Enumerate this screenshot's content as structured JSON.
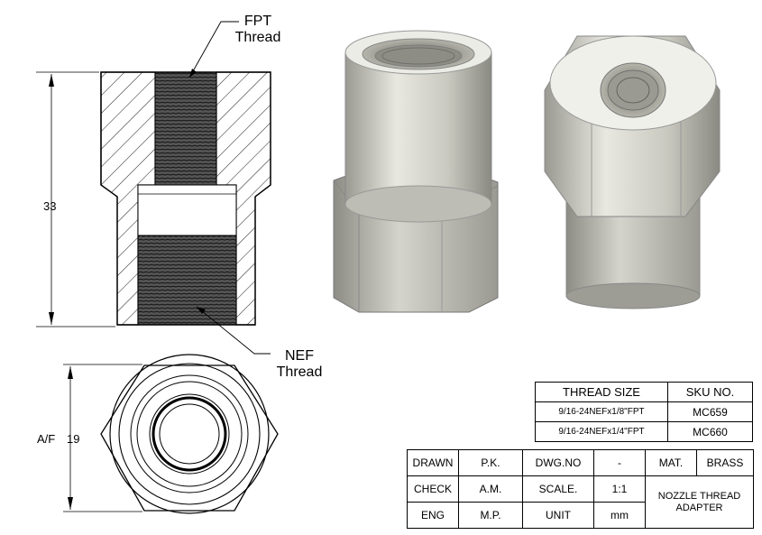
{
  "labels": {
    "fpt_line1": "FPT",
    "fpt_line2": "Thread",
    "nef_line1": "NEF",
    "nef_line2": "Thread",
    "dim_height": "33",
    "dim_af_prefix": "A/F",
    "dim_af_value": "19"
  },
  "sku_table": {
    "header_thread": "THREAD SIZE",
    "header_sku": "SKU NO.",
    "rows": [
      {
        "thread": "9/16-24NEFx1/8\"FPT",
        "sku": "MC659"
      },
      {
        "thread": "9/16-24NEFx1/4\"FPT",
        "sku": "MC660"
      }
    ]
  },
  "title_block": {
    "drawn_label": "DRAWN",
    "drawn_value": "P.K.",
    "dwgno_label": "DWG.NO",
    "dwgno_value": "-",
    "mat_label": "MAT.",
    "mat_value": "BRASS",
    "check_label": "CHECK",
    "check_value": "A.M.",
    "scale_label": "SCALE.",
    "scale_value": "1:1",
    "title": "NOZZLE THREAD ADAPTER",
    "eng_label": "ENG",
    "eng_value": "M.P.",
    "unit_label": "UNIT",
    "unit_value": "mm"
  }
}
